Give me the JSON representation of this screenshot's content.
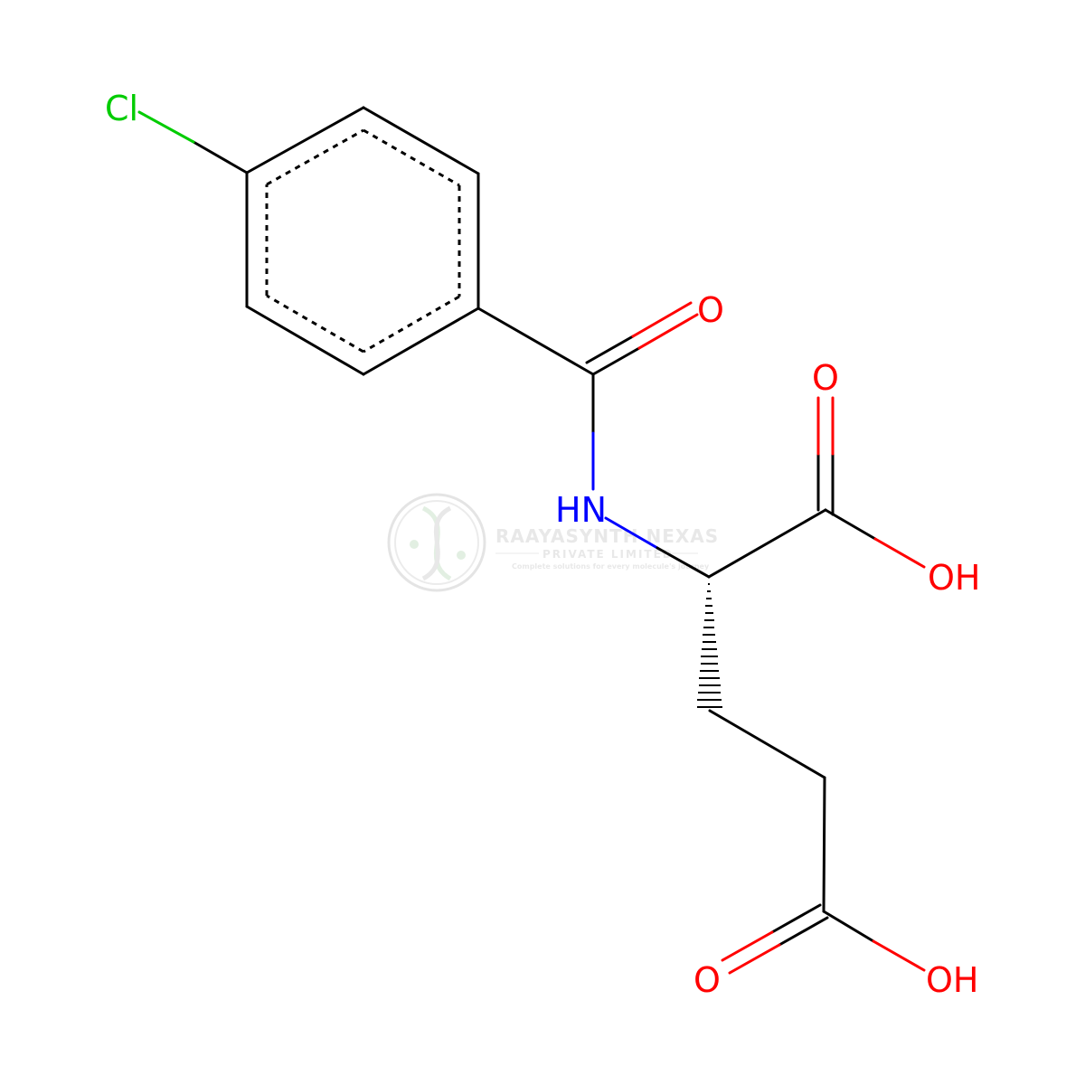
{
  "molecule": {
    "atoms": {
      "chlorine": "Cl",
      "amide_oxygen": "O",
      "amine": "HN",
      "acid_carbonyl_oxygen_top": "O",
      "acid_hydroxyl_top": "OH",
      "acid_carbonyl_oxygen_bottom": "O",
      "acid_hydroxyl_bottom": "OH"
    },
    "colors": {
      "bond": "#000000",
      "chlorine": "#00cc00",
      "oxygen": "#ff0000",
      "nitrogen": "#0000ff"
    }
  },
  "watermark": {
    "company_name": "RAAYASYNTH NEXAS",
    "company_type": "PRIVATE LIMITED",
    "tagline": "Complete solutions for every molecule's journey"
  }
}
